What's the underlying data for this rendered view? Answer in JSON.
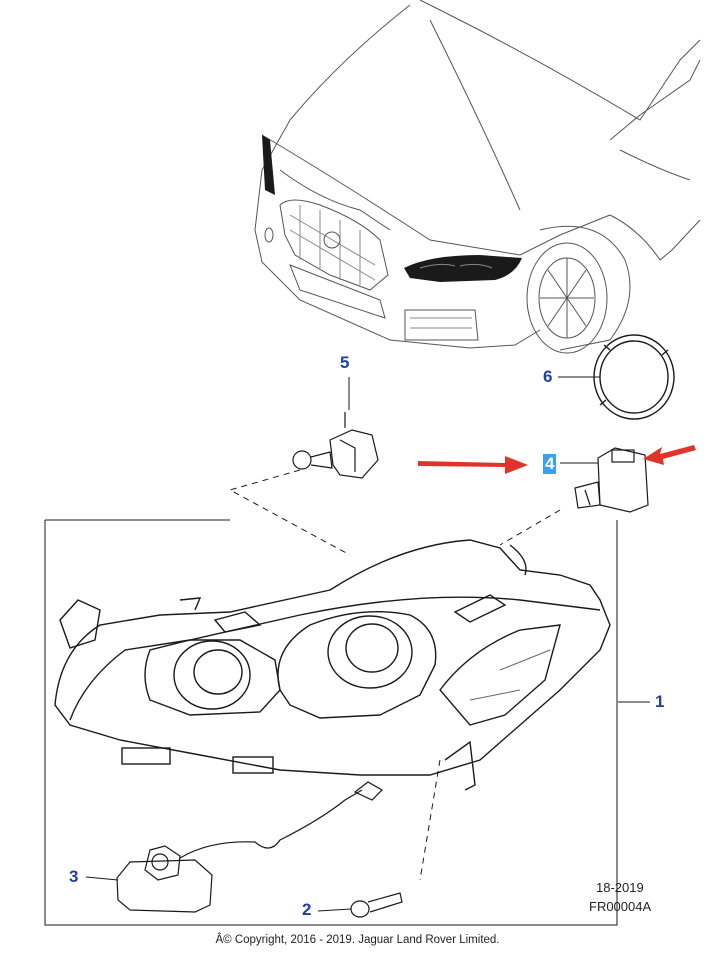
{
  "callouts": {
    "part_1": "1",
    "part_2": "2",
    "part_3": "3",
    "part_4": "4",
    "part_5": "5",
    "part_6": "6"
  },
  "doc_date": "18-2019",
  "doc_code": "FR00004A",
  "copyright": "Â© Copyright, 2016 - 2019. Jaguar Land Rover Limited.",
  "colors": {
    "callout_text": "#1f3ea8",
    "highlight_bg": "#3aa0ef",
    "pointer_arrow": "#e0342b",
    "line_art": "#1a1a1a"
  }
}
